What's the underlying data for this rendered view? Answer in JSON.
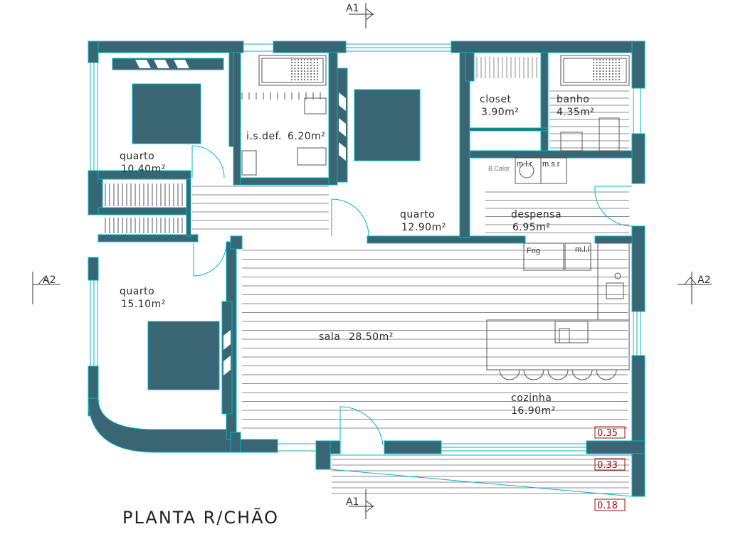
{
  "title": "PLANTA R/CHÃO",
  "section_markers": {
    "top": "A1",
    "bottom": "A1",
    "left": "A2",
    "right": "A2"
  },
  "rooms": {
    "quarto_a": {
      "name": "quarto",
      "area": "10.40m²"
    },
    "isdef": {
      "name": "i.s.def.",
      "area": "6.20m²"
    },
    "quarto_b": {
      "name": "quarto",
      "area": "12.90m²"
    },
    "closet": {
      "name": "closet",
      "area": "3.90m²"
    },
    "banho": {
      "name": "banho",
      "area": "4.35m²"
    },
    "despensa": {
      "name": "despensa",
      "area": "6.95m²"
    },
    "quarto_c": {
      "name": "quarto",
      "area": "15.10m²"
    },
    "sala": {
      "name": "sala",
      "area": "28.50m²"
    },
    "cozinha": {
      "name": "cozinha",
      "area": "16.90m²"
    }
  },
  "fixtures": {
    "boiler": "B.Calor",
    "mlr": "m.l.r",
    "msr": "m.s.r",
    "fridge": "Frig",
    "mll": "m.l.l"
  },
  "levels": [
    "0.35",
    "0.33",
    "0.18"
  ],
  "colors": {
    "wall": "#3a6673",
    "outline": "#00b7c9",
    "fill": "#3a6673",
    "hatch": "#8c8c8c",
    "level": "#a01010"
  }
}
